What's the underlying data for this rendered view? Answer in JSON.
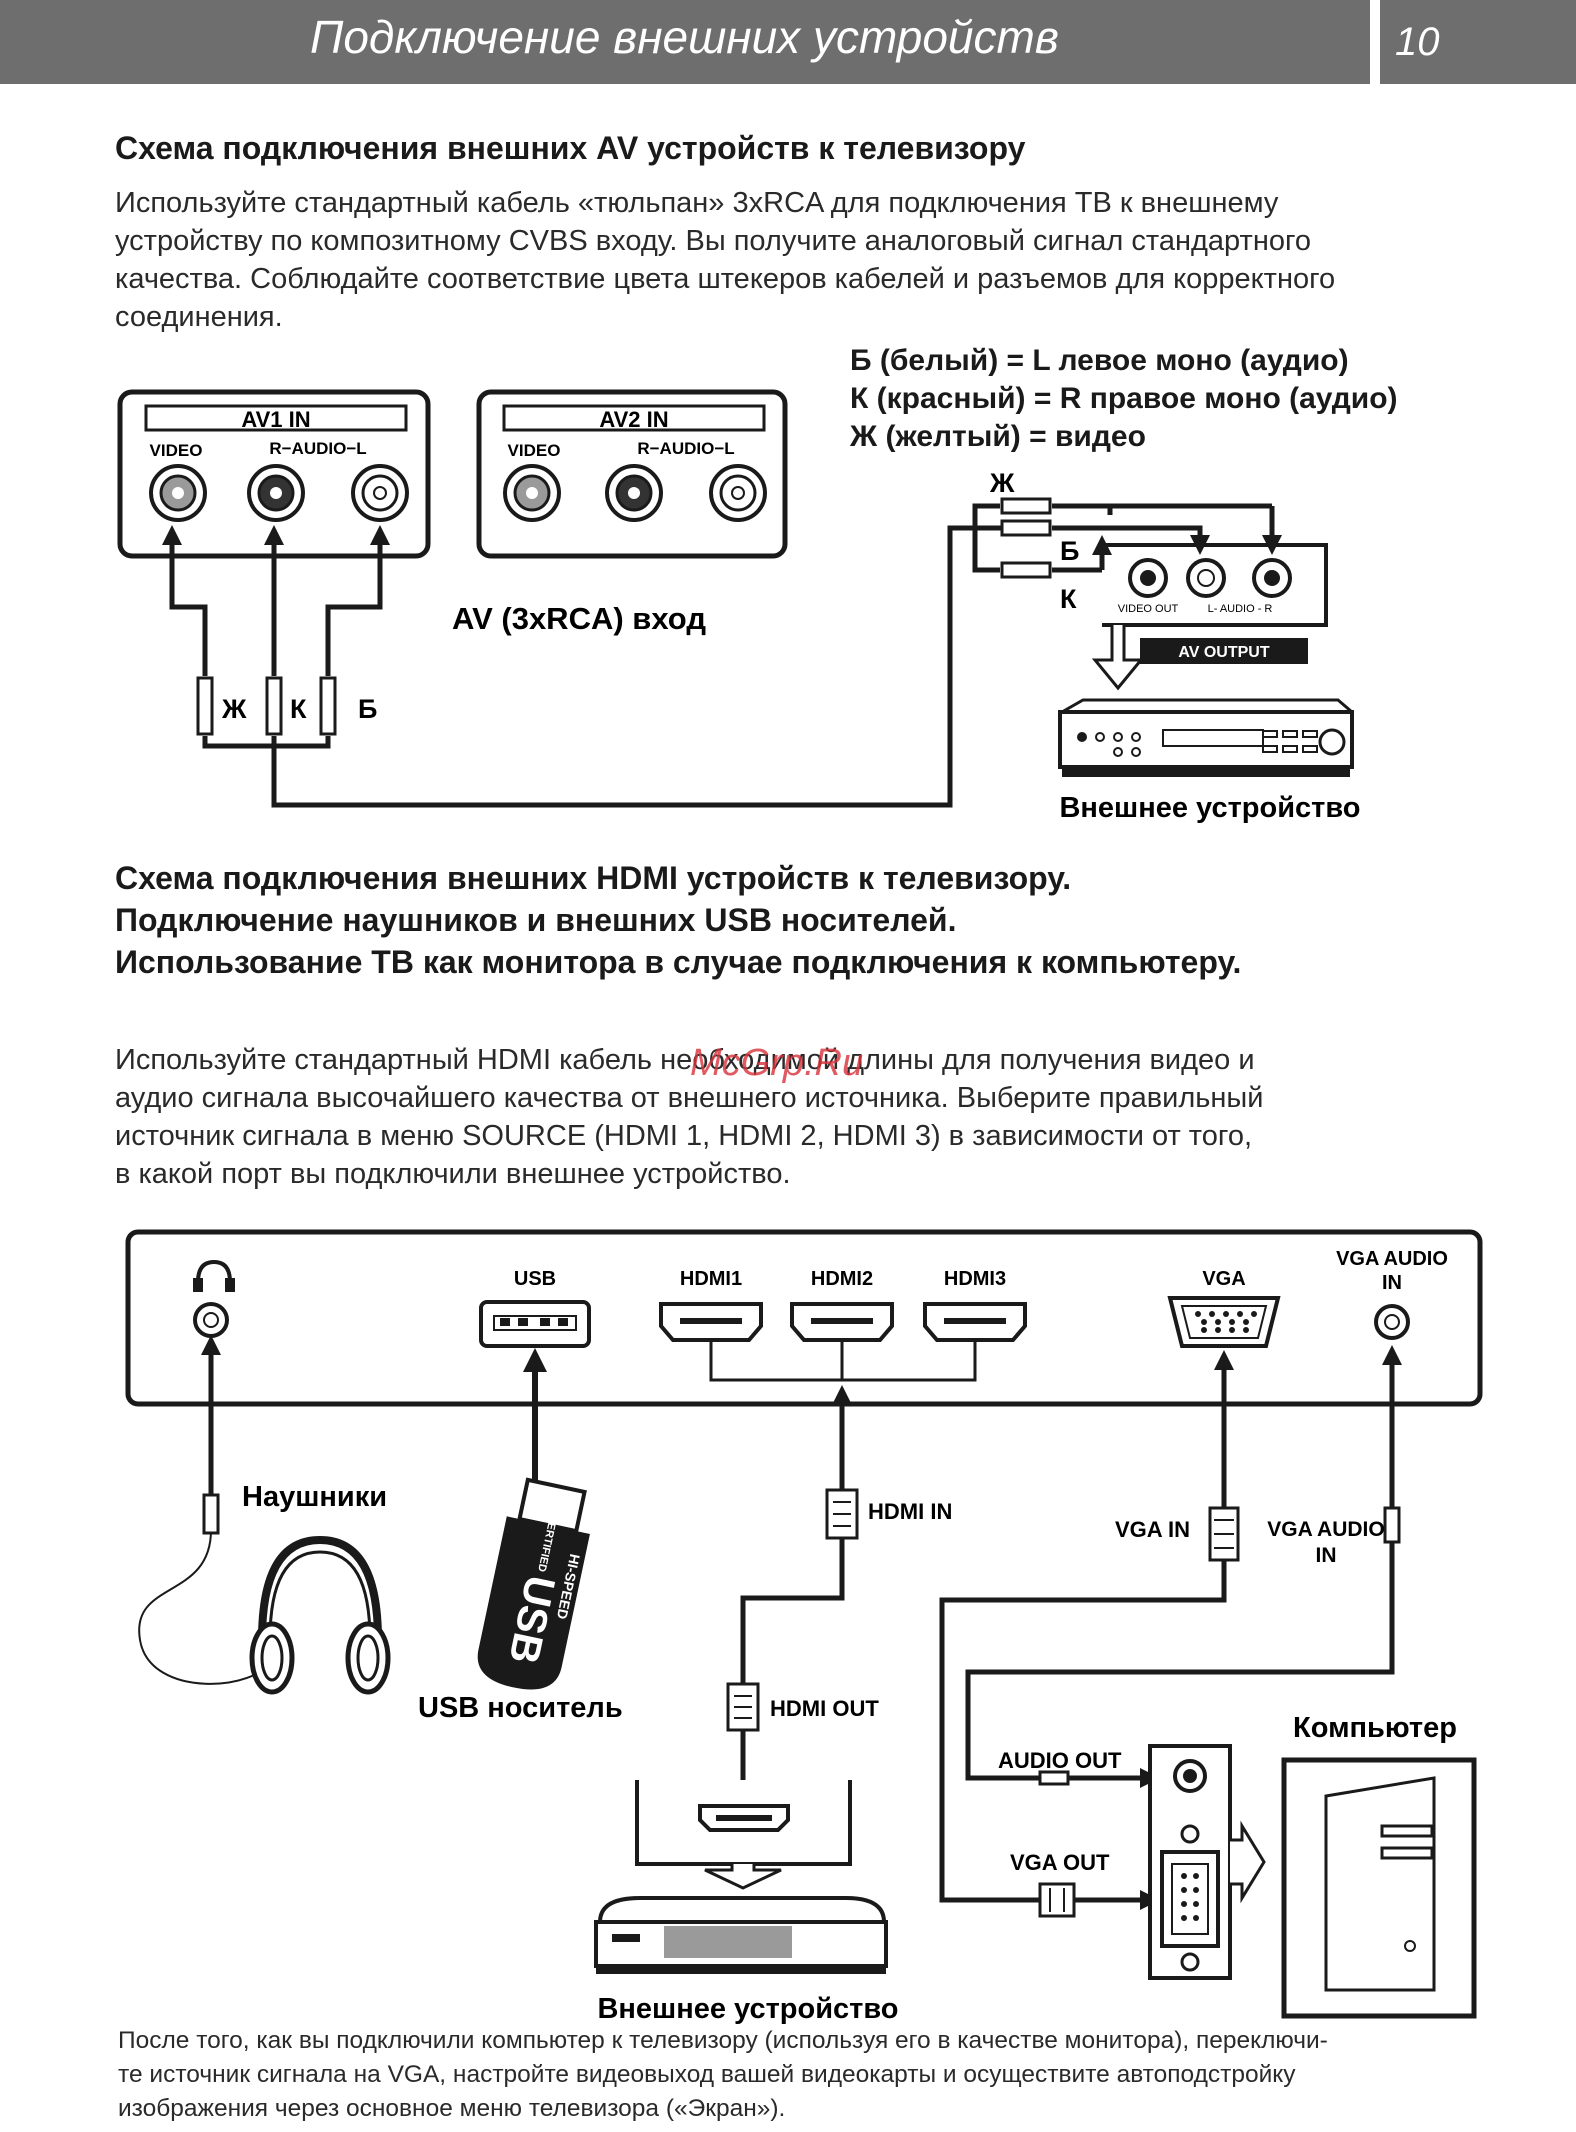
{
  "header": {
    "title": "Подключение внешних устройств",
    "page_number": "10"
  },
  "section_av": {
    "title": "Схема подключения внешних AV устройств к телевизору",
    "paragraph": [
      "Используйте стандартный кабель «тюльпан» 3xRCA  для подключения ТВ к внешнему",
      "устройству по композитному CVBS входу. Вы получите аналоговый сигнал стандартного",
      "качества. Соблюдайте соответствие цвета штекеров кабелей и разъемов для корректного",
      "соединения."
    ],
    "legend": [
      "Б (белый) = L левое моно (аудио)",
      "К (красный) = R правое моно (аудио)",
      "Ж (желтый) = видео"
    ],
    "av1": {
      "label": "AV1 IN",
      "video": "VIDEO",
      "audio": "R−AUDIO−L"
    },
    "av2": {
      "label": "AV2 IN",
      "video": "VIDEO",
      "audio": "R−AUDIO−L"
    },
    "input_caption": "AV (3xRCA) вход",
    "plug_letters": [
      "Ж",
      "К",
      "Б"
    ],
    "source_letters": [
      "Ж",
      "Б",
      "К"
    ],
    "device_video_out": "VIDEO OUT",
    "device_audio": "L- AUDIO - R",
    "av_output": "AV OUTPUT",
    "device_caption": "Внешнее устройство"
  },
  "section_hdmi": {
    "title_lines": [
      "Схема подключения внешних HDMI устройств к телевизору.",
      "Подключение наушников и внешних USB носителей.",
      "Использование ТВ как монитора в случае подключения к компьютеру."
    ],
    "paragraph": [
      "Используйте стандартный HDMI кабель необходимой длины для получения видео и",
      "аудио сигнала высочайшего качества от внешнего источника. Выберите правильный",
      "источник сигнала в меню SOURCE (HDMI 1, HDMI 2, HDMI 3) в зависимости от того,",
      "в какой порт вы подключили внешнее устройство."
    ],
    "ports": {
      "usb": "USB",
      "hdmi1": "HDMI1",
      "hdmi2": "HDMI2",
      "hdmi3": "HDMI3",
      "vga": "VGA",
      "vga_audio_line1": "VGA AUDIO",
      "vga_audio_line2": "IN"
    },
    "headphones_caption": "Наушники",
    "usb_caption": "USB носитель",
    "usb_logo": {
      "certified": "CERTIFIED",
      "hispeed": "HI-SPEED",
      "word": "USB"
    },
    "hdmi_in": "HDMI IN",
    "hdmi_out": "HDMI OUT",
    "vga_in": "VGA IN",
    "vga_audio_in_line1": "VGA AUDIO",
    "vga_audio_in_line2": "IN",
    "computer_caption": "Компьютер",
    "audio_out": "AUDIO OUT",
    "vga_out": "VGA OUT",
    "device_caption": "Внешнее устройство"
  },
  "footer": [
    "После того, как вы подключили компьютер к телевизору (используя его в качестве монитора), переключи-",
    "те источник сигнала на VGA, настройте видеовыход вашей видеокарты и осуществите автоподстройку",
    "изображения через основное меню телевизора («Экран»)."
  ],
  "watermark": "McGrp.Ru"
}
